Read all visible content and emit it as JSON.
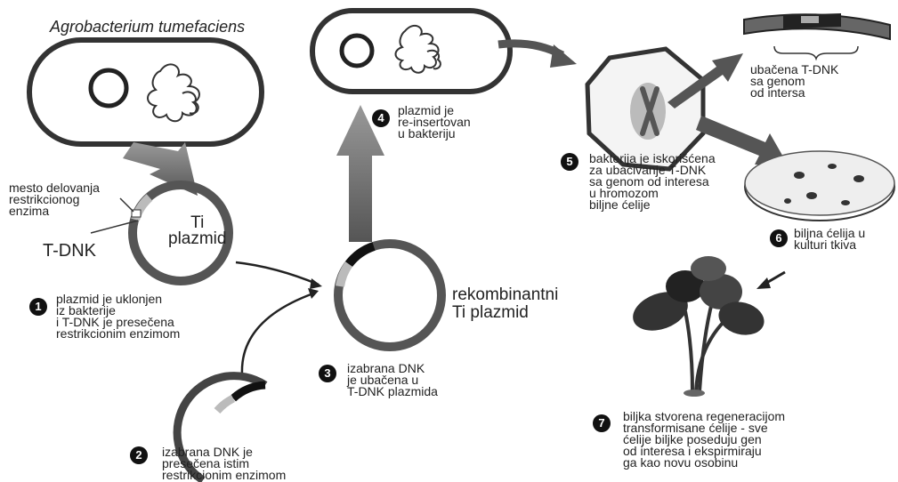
{
  "title": "Agrobacterium tumefaciens",
  "labels": {
    "restriction_site": "mesto delovanja\nrestrikcionog\nenzima",
    "tdna": "T-DNK",
    "ti_plasmid": "Ti\nplazmid",
    "recombinant": "rekombinantni\nTi plazmid",
    "inserted_tdna": "ubačena T-DNK\nsa genom\nod intersa"
  },
  "steps": [
    {
      "num": "1",
      "text": "plazmid je uklonjen\niz bakterije\ni T-DNK je presečena\nrestrikcionim enzimom"
    },
    {
      "num": "2",
      "text": "izabrana DNK je\npresečena istim\nrestrikcionim enzimom"
    },
    {
      "num": "3",
      "text": "izabrana DNK\nje ubačena u\nT-DNK plazmida"
    },
    {
      "num": "4",
      "text": "plazmid je\nre-insertovan\nu bakteriju"
    },
    {
      "num": "5",
      "text": "bakterija je iskorišćena\nza ubacivanje T-DNK\nsa genom od interesa\nu hromozom\nbiljne ćelije"
    },
    {
      "num": "6",
      "text": "biljna ćelija u\nkulturi tkiva"
    },
    {
      "num": "7",
      "text": "biljka stvorena regeneracijom\ntransformisane ćelije - sve\nćelije biljke poseduju gen\nod interesa i ekspirmiraju\nga kao novu osobinu"
    }
  ]
}
